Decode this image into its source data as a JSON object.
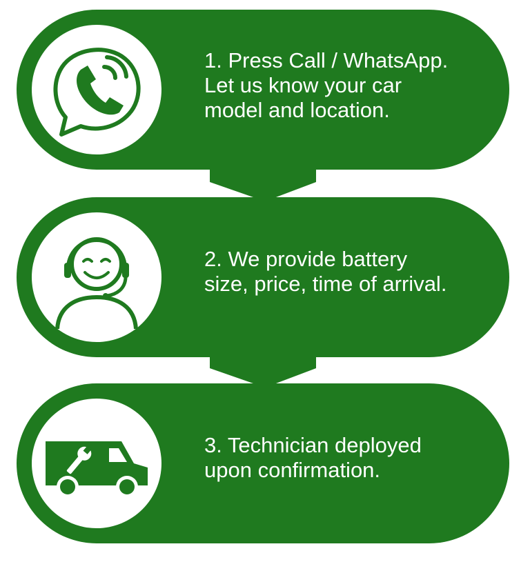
{
  "steps": [
    {
      "text": "1. Press Call / WhatsApp.\nLet us know your car\nmodel and location.",
      "icon": "phone-chat-icon"
    },
    {
      "text": "2. We provide battery\nsize, price, time of arrival.",
      "icon": "support-agent-icon"
    },
    {
      "text": "3. Technician deployed\nupon confirmation.",
      "icon": "service-van-icon"
    }
  ],
  "colors": {
    "brand_green": "#1f7a1f",
    "text": "#ffffff",
    "background": "#ffffff"
  }
}
